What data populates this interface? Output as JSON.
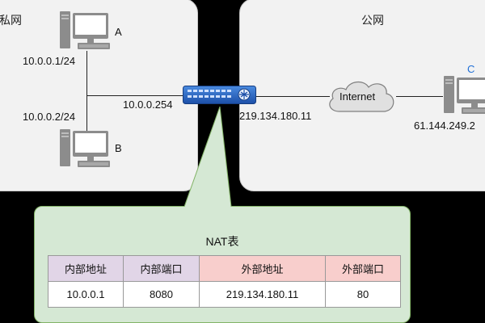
{
  "private_network": {
    "title": "私网",
    "host_a": {
      "label": "A",
      "ip": "10.0.0.1/24"
    },
    "host_b": {
      "label": "B",
      "ip": "10.0.0.2/24"
    },
    "gateway_ip": "10.0.0.254"
  },
  "public_network": {
    "title": "公网",
    "cloud_label": "Internet",
    "host_c": {
      "label": "C",
      "ip": "61.144.249.2"
    },
    "router_public_ip": "219.134.180.11"
  },
  "nat_table": {
    "title": "NAT表",
    "headers": [
      "内部地址",
      "内部端口",
      "外部地址",
      "外部端口"
    ],
    "rows": [
      [
        "10.0.0.1",
        "8080",
        "219.134.180.11",
        "80"
      ]
    ]
  },
  "colors": {
    "panel_bg": "#f2f2f2",
    "nat_bg": "#d5e8d4",
    "internal_header": "#e1d5e7",
    "external_header": "#f8cecc",
    "switch_blue": "#1f5fbf",
    "label_c": "#1f6fd6"
  }
}
